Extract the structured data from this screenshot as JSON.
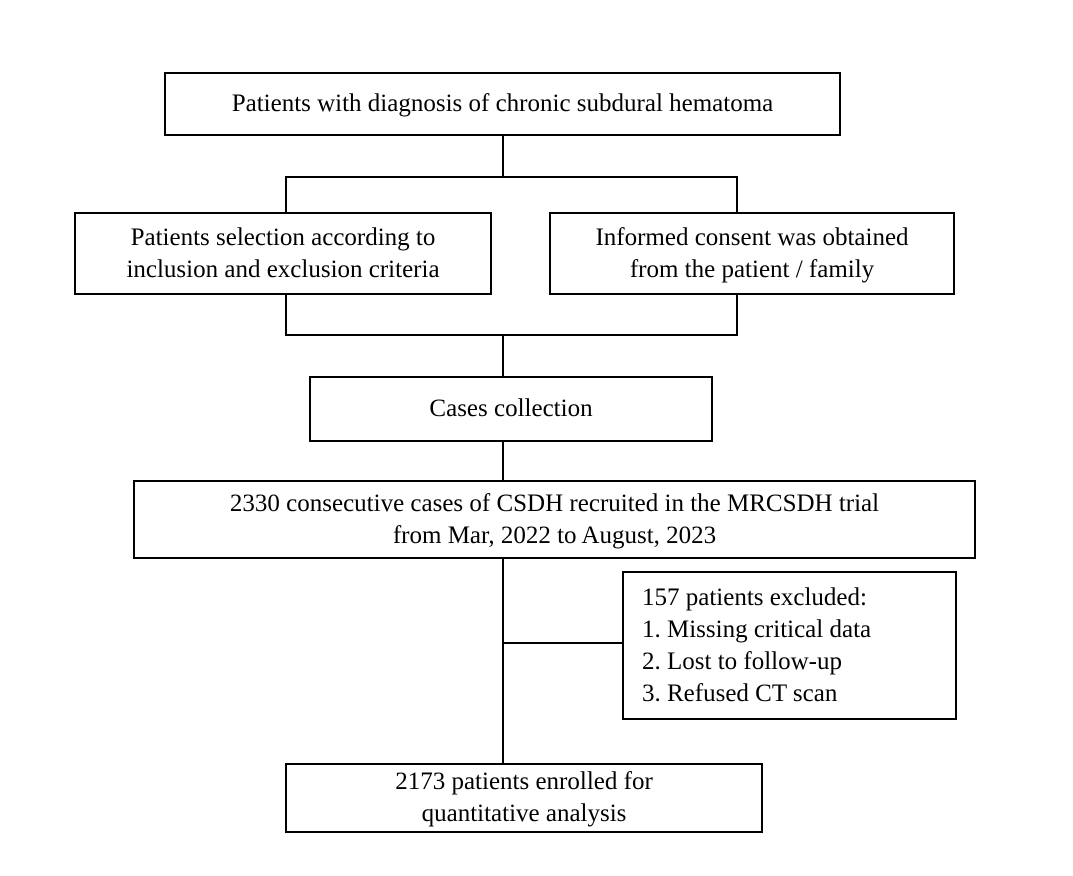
{
  "diagram": {
    "diagnosis_box": {
      "lines": [
        "Patients with diagnosis of chronic subdural hematoma"
      ]
    },
    "selection_box": {
      "lines": [
        "Patients selection according to",
        "inclusion and exclusion criteria"
      ]
    },
    "consent_box": {
      "lines": [
        "Informed consent was obtained",
        "from the patient / family"
      ]
    },
    "collection_box": {
      "lines": [
        "Cases collection"
      ]
    },
    "recruited_box": {
      "lines": [
        "2330 consecutive cases of CSDH recruited in the MRCSDH trial",
        "from Mar, 2022 to August, 2023"
      ]
    },
    "excluded_box": {
      "lines": [
        "157 patients excluded:",
        "1. Missing critical data",
        "2. Lost to follow-up",
        "3. Refused CT scan"
      ]
    },
    "enrolled_box": {
      "lines": [
        "2173 patients  enrolled for",
        "quantitative analysis"
      ]
    }
  }
}
